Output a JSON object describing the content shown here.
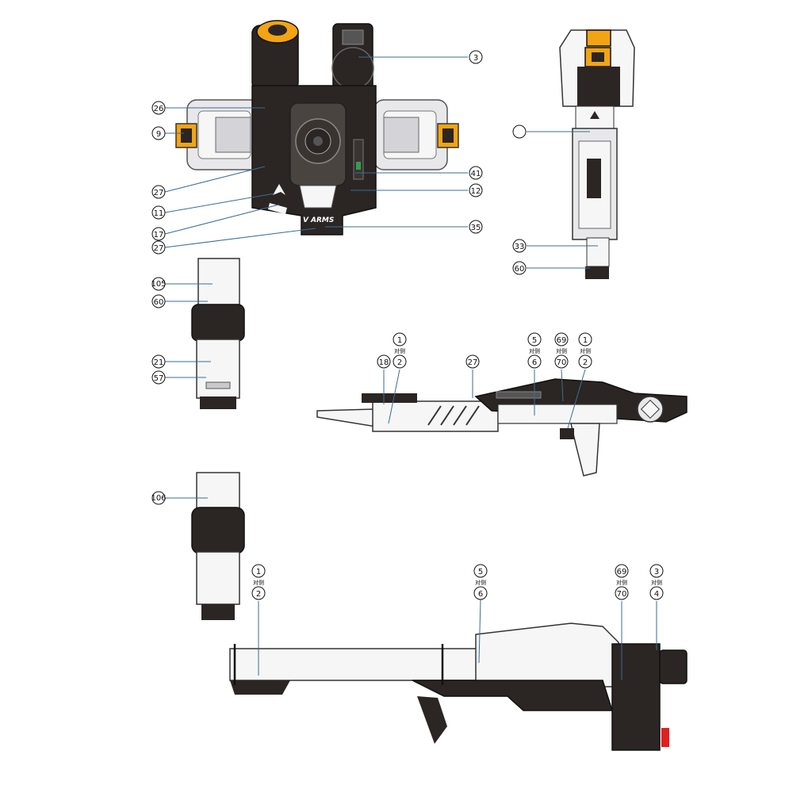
{
  "colors": {
    "dark": "#2b2523",
    "black": "#111111",
    "light_gray": "#e8e8ea",
    "mid_gray": "#c9c9cc",
    "orange": "#f2a413",
    "leader_blue": "#3a6d96",
    "accent_red": "#e02020",
    "accent_green": "#2fa04a"
  },
  "brand_mark": "V",
  "brand_text": "ARMS",
  "callouts": {
    "c3_backpack": "3",
    "c26": "26",
    "c9": "9",
    "c27_upper": "27",
    "c11": "11",
    "c17": "17",
    "c27_lower": "27",
    "c41": "41",
    "c12": "12",
    "c35": "35",
    "c33": "33",
    "c60_right": "60",
    "c105": "105",
    "c60_left": "60",
    "c21": "21",
    "c57": "57",
    "c18": "18",
    "c1_rifle_a": "1",
    "c2_rifle_a": "2",
    "c27_rifle": "27",
    "c5_rifle": "5",
    "c6_rifle": "6",
    "c69_rifle": "69",
    "c70_rifle": "70",
    "c1_rifle_b": "1",
    "c2_rifle_b": "2",
    "c106": "106",
    "c1_bazooka": "1",
    "c2_bazooka": "2",
    "c5_bazooka": "5",
    "c6_bazooka": "6",
    "c69_bazooka": "69",
    "c70_bazooka": "70",
    "c3_bazooka": "3",
    "c4_bazooka": "4"
  },
  "opposite_side_label": "对侧"
}
